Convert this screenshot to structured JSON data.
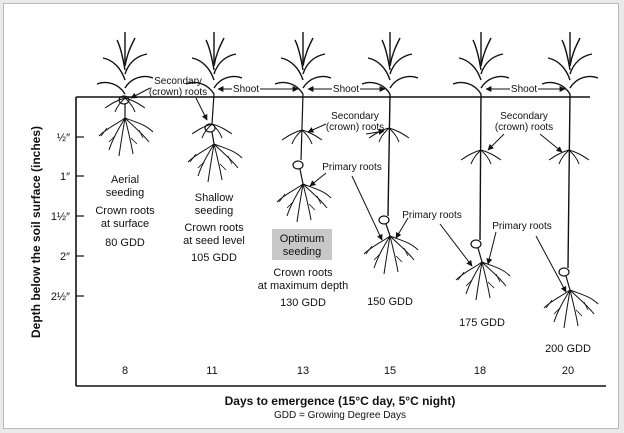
{
  "axis": {
    "y_label": "Depth below the soil surface (inches)",
    "y_ticks": [
      "½″",
      "1″",
      "1½″",
      "2″",
      "2½″"
    ],
    "x_label": "Days to emergence (15°C day, 5°C night)",
    "x_note": "GDD = Growing Degree Days"
  },
  "stages": [
    {
      "days": "8",
      "desc": [
        "Aerial",
        "seeding"
      ],
      "crown": [
        "Crown roots",
        "at surface"
      ],
      "gdd": "80 GDD"
    },
    {
      "days": "11",
      "desc": [
        "Shallow",
        "seeding"
      ],
      "crown": [
        "Crown roots",
        "at seed level"
      ],
      "gdd": "105 GDD"
    },
    {
      "days": "13",
      "desc": [
        "Optimum",
        "seeding"
      ],
      "crown": [
        "Crown roots",
        "at maximum depth"
      ],
      "gdd": "130 GDD"
    },
    {
      "days": "15",
      "gdd": "150 GDD"
    },
    {
      "days": "18",
      "gdd": "175 GDD"
    },
    {
      "days": "20",
      "gdd": "200 GDD"
    }
  ],
  "labels": {
    "secondary_1": "Secondary",
    "secondary_2": "(crown) roots",
    "shoot": "Shoot",
    "primary": "Primary roots"
  },
  "colors": {
    "optimum_box": "#c8c8c8",
    "ink": "#111111"
  }
}
